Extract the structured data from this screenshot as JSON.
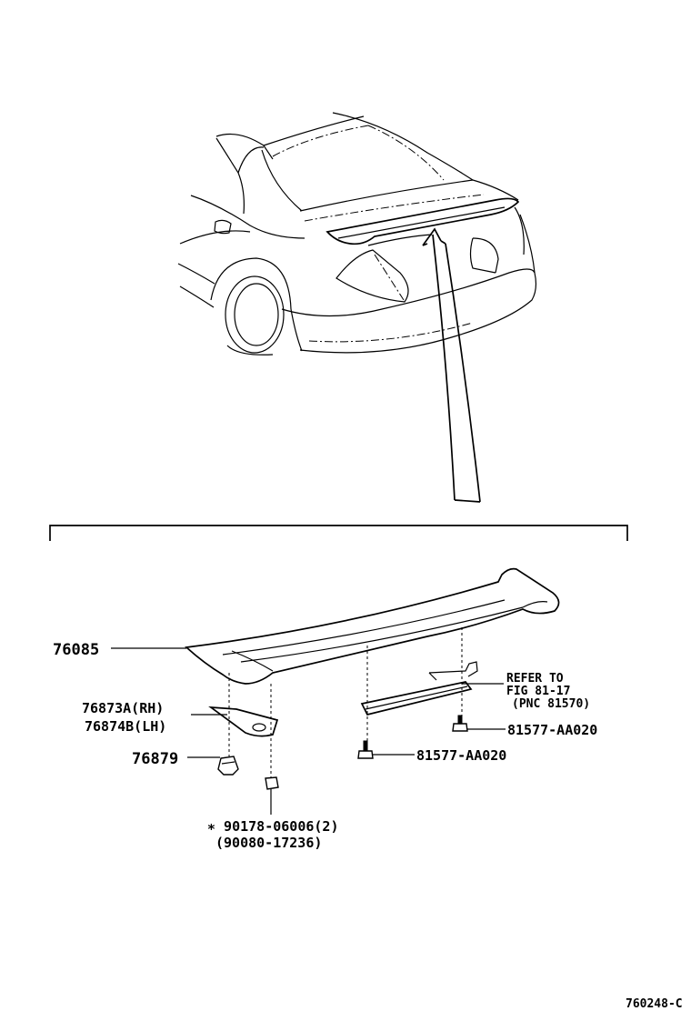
{
  "parts": {
    "spoiler": "76085",
    "bracket_rh": "76873A(RH)",
    "bracket_lh": "76874B(LH)",
    "clip": "76879",
    "nut_primary": "∗ 90178-06006(2)",
    "nut_alternate": "(90080-17236)",
    "screw_upper": "81577-AA020",
    "screw_lower": "81577-AA020"
  },
  "reference": {
    "line1": "REFER TO",
    "line2": "FIG 81-17",
    "line3": "(PNC 81570)"
  },
  "figure_code": "760248-C"
}
